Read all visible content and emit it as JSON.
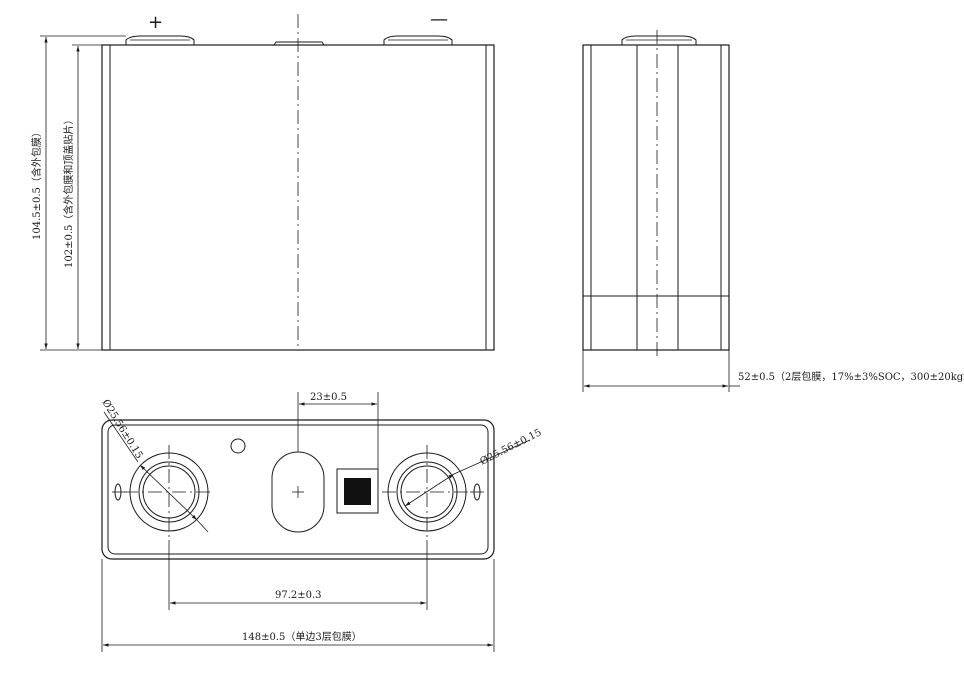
{
  "front_view": {
    "terminal_positive_symbol": "+",
    "terminal_negative_symbol": "—",
    "height_outer": "104.5±0.5（含外包膜）",
    "height_inner": "102±0.5（含外包膜和顶盖贴片）"
  },
  "side_view": {
    "thickness": "52±0.5（2层包膜，17%±3%SOC，300±20kgf）"
  },
  "top_view": {
    "terminal_diameter_left": "Ø25.56±0.15",
    "terminal_diameter_right": "Ø25.56±0.15",
    "vent_offset": "23±0.5",
    "terminal_spacing": "97.2±0.3",
    "overall_width": "148±0.5（单边3层包膜）"
  }
}
